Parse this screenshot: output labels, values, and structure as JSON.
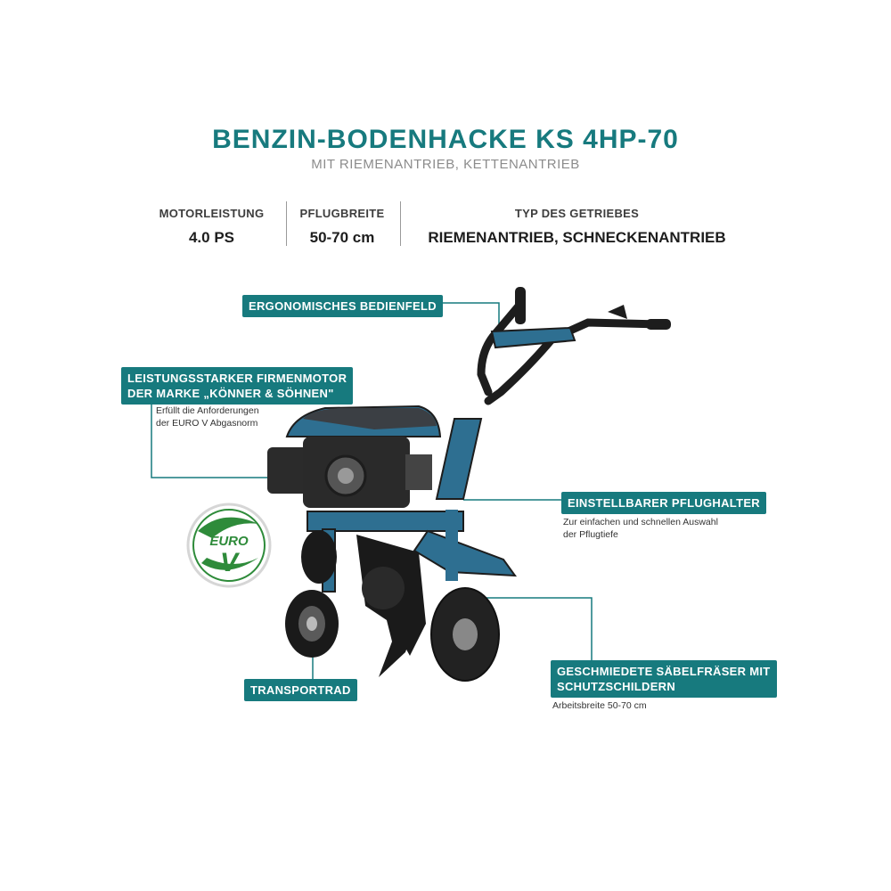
{
  "header": {
    "title": "BENZIN-BODENHACKE KS 4HP-70",
    "subtitle": "MIT RIEMENANTRIEB, KETTENANTRIEB"
  },
  "specs": [
    {
      "label": "MOTORLEISTUNG",
      "value": "4.0 PS"
    },
    {
      "label": "PFLUGBREITE",
      "value": "50-70 cm"
    },
    {
      "label": "TYP DES GETRIEBES",
      "value": "RIEMENANTRIEB, SCHNECKENANTRIEB"
    }
  ],
  "callouts": {
    "panel": {
      "label": "ERGONOMISCHES BEDIENFELD"
    },
    "motor": {
      "line1": "LEISTUNGSSTARKER FIRMENMOTOR",
      "line2": "DER MARKE „KÖNNER & SÖHNEN\"",
      "note1": "Erfüllt die Anforderungen",
      "note2": "der EURO V Abgasnorm"
    },
    "plow": {
      "label": "EINSTELLBARER PFLUGHALTER",
      "note1": "Zur einfachen und schnellen Auswahl",
      "note2": "der Pflugtiefe"
    },
    "wheel": {
      "label": "TRANSPORTRAD"
    },
    "tiller": {
      "line1": "GESCHMIEDETE SÄBELFRÄSER MIT",
      "line2": "SCHUTZSCHILDERN",
      "note": "Arbeitsbreite 50-70 cm"
    }
  },
  "badge": {
    "line1": "EURO",
    "line2": "V"
  },
  "colors": {
    "accent": "#177a7e",
    "machine": "#2e6f91",
    "badge_green": "#2e8b3a"
  }
}
